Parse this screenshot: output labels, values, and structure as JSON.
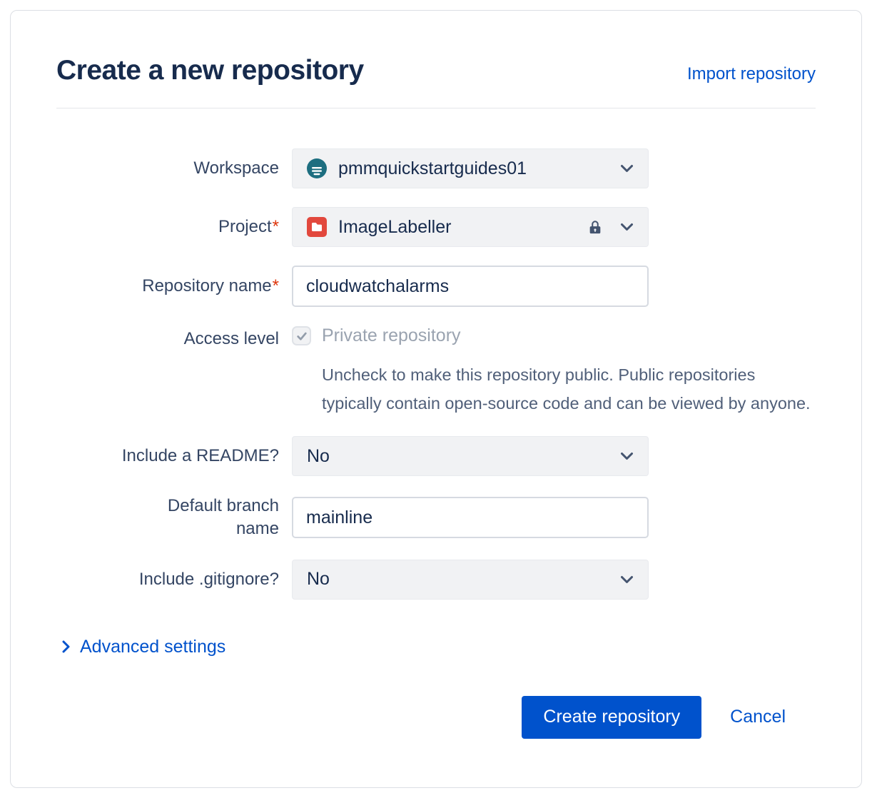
{
  "page": {
    "title": "Create a new repository",
    "import_link": "Import repository"
  },
  "form": {
    "workspace": {
      "label": "Workspace",
      "value": "pmmquickstartguides01"
    },
    "project": {
      "label": "Project",
      "required": "*",
      "value": "ImageLabeller"
    },
    "repo_name": {
      "label": "Repository name",
      "required": "*",
      "value": "cloudwatchalarms"
    },
    "access_level": {
      "label": "Access level",
      "checkbox_label": "Private repository",
      "checked": true,
      "help": "Uncheck to make this repository public. Public repositories typically contain open-source code and can be viewed by anyone."
    },
    "readme": {
      "label": "Include a README?",
      "value": "No"
    },
    "default_branch": {
      "label": "Default branch name",
      "value": "mainline"
    },
    "gitignore": {
      "label": "Include .gitignore?",
      "value": "No"
    },
    "advanced": {
      "label": "Advanced settings"
    }
  },
  "actions": {
    "create_label": "Create repository",
    "cancel_label": "Cancel"
  },
  "icons": {
    "workspace_avatar": "teal-circle-identicon",
    "project_avatar": "red-folder-avatar",
    "lock": "lock-icon",
    "chevron_down": "chevron-down",
    "chevron_right": "chevron-right",
    "check": "check-mark"
  },
  "colors": {
    "accent": "#0052CC",
    "title": "#172B4D",
    "required": "#DE350B",
    "field_bg": "#F1F2F4",
    "button_bg": "#0052CC",
    "disabled_text": "#9aa3b0"
  }
}
